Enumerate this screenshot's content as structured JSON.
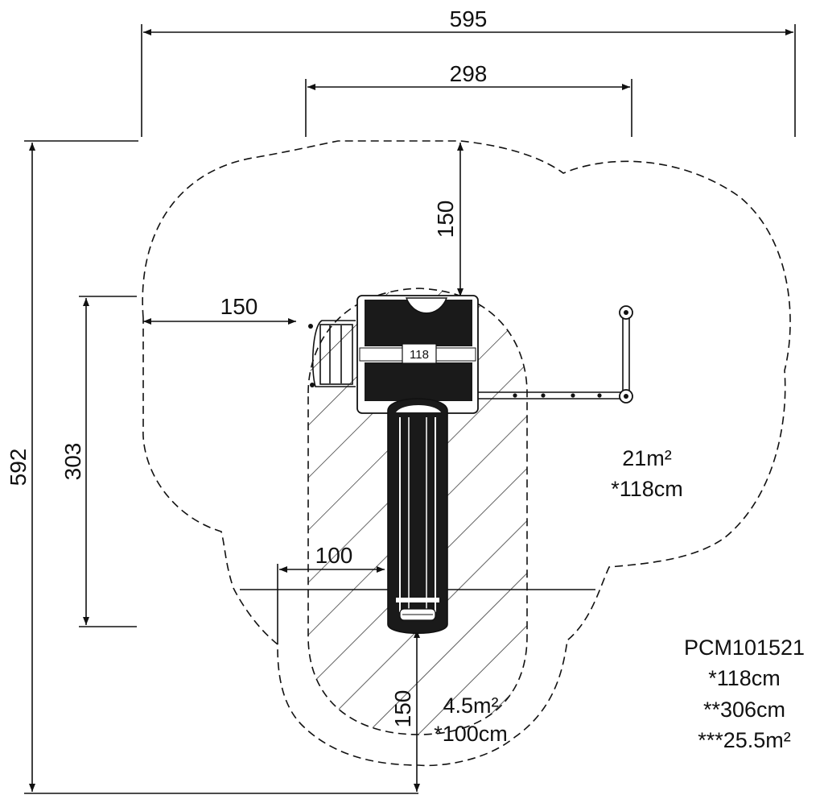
{
  "dimensions": {
    "overall_width": "595",
    "inner_width": "298",
    "overall_height": "592",
    "structure_height": "303",
    "top_clearance": "150",
    "left_clearance": "150",
    "slide_side_clearance": "100",
    "slide_end_clearance": "150"
  },
  "platform_label": "118",
  "zones": {
    "main_area": "21m²",
    "main_height": "*118cm",
    "slide_area": "4.5m²",
    "slide_height": "*100cm"
  },
  "product": {
    "code": "PCM101521",
    "platform_height": "*118cm",
    "max_height": "**306cm",
    "total_area": "***25.5m²"
  },
  "colors": {
    "line": "#111111",
    "fill": "#1a1a1a",
    "background": "#ffffff"
  }
}
